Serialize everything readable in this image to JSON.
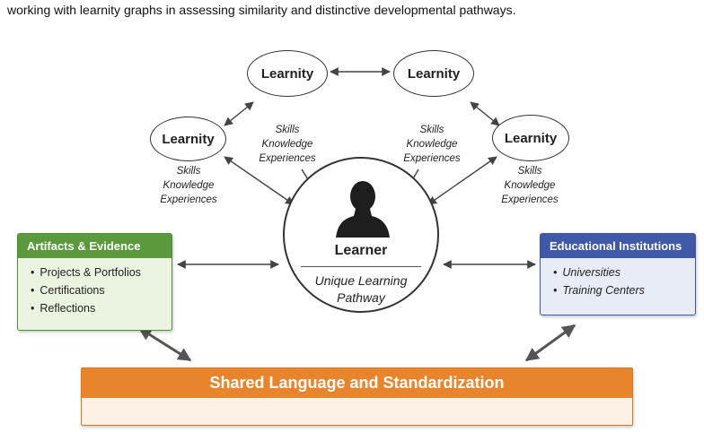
{
  "caption": "working with learnity graphs in assessing similarity and distinctive developmental pathways.",
  "learnities": [
    {
      "label": "Learnity",
      "attrs": [
        "Skills",
        "Knowledge",
        "Experiences"
      ]
    },
    {
      "label": "Learnity",
      "attrs": [
        "Skills",
        "Knowledge",
        "Experiences"
      ]
    },
    {
      "label": "Learnity",
      "attrs": [
        "Skills",
        "Knowledge",
        "Experiences"
      ]
    },
    {
      "label": "Learnity",
      "attrs": [
        "Skills",
        "Knowledge",
        "Experiences"
      ]
    }
  ],
  "learner": {
    "title": "Learner",
    "subtitle_line1": "Unique Learning",
    "subtitle_line2": "Pathway"
  },
  "artifacts": {
    "title": "Artifacts & Evidence",
    "items": [
      "Projects & Portfolios",
      "Certifications",
      "Reflections"
    ]
  },
  "institutions": {
    "title": "Educational Institutions",
    "items": [
      "Universities",
      "Training Centers"
    ]
  },
  "shared": {
    "title": "Shared Language and Standardization"
  },
  "colors": {
    "artifacts": "#5a9a3c",
    "institutions": "#3f58a8",
    "shared": "#e8842c",
    "arrow": "#444444"
  }
}
